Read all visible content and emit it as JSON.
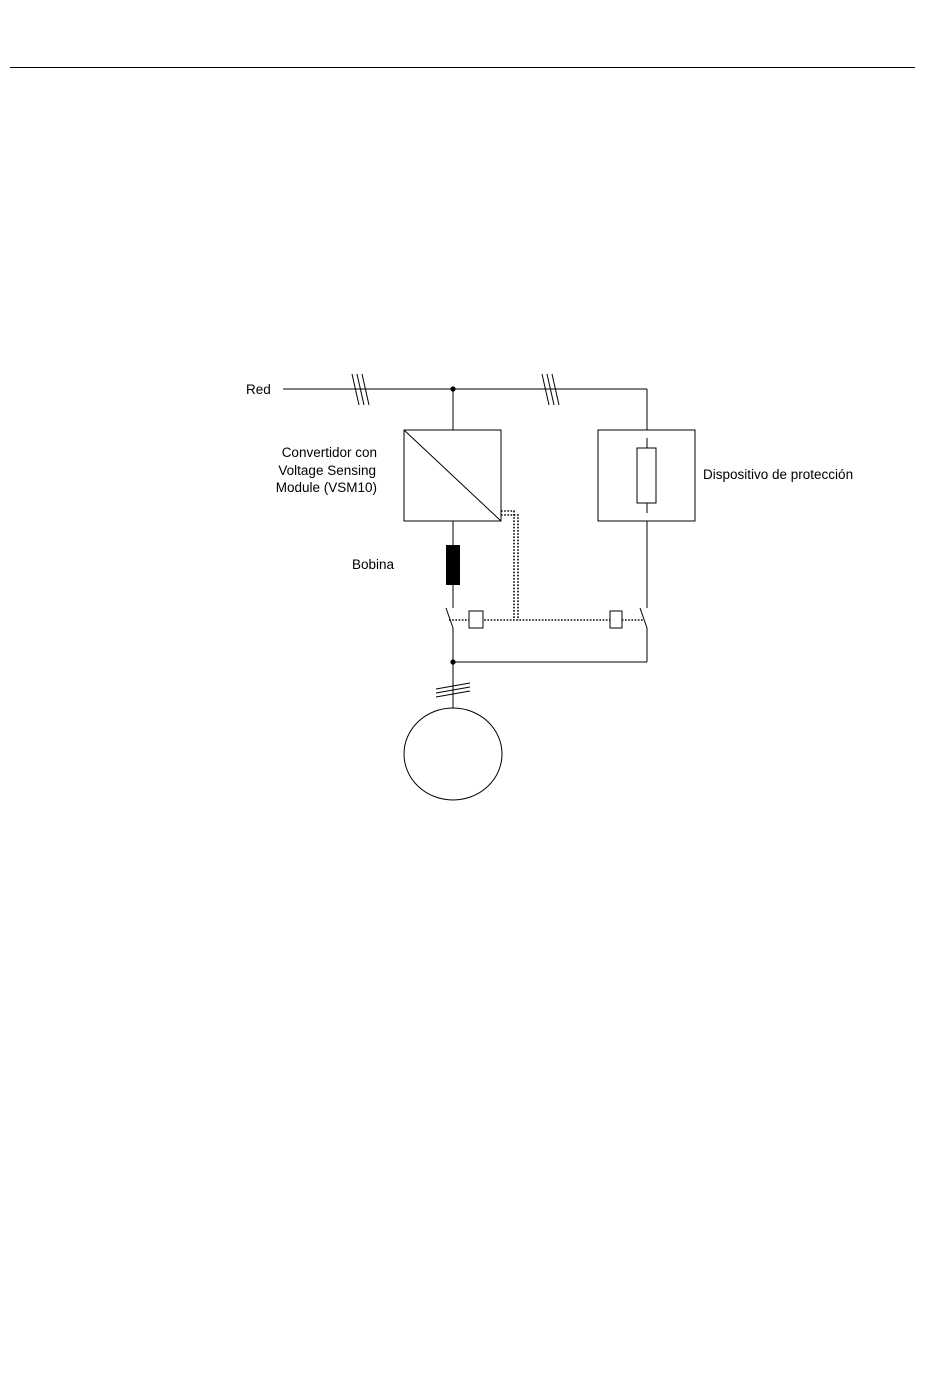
{
  "diagram": {
    "labels": {
      "grid": "Red",
      "converter_line1": "Convertidor con",
      "converter_line2": "Voltage Sensing",
      "converter_line3": "Module (VSM10)",
      "protection_device": "Dispositivo de protección",
      "reactor": "Bobina"
    }
  }
}
